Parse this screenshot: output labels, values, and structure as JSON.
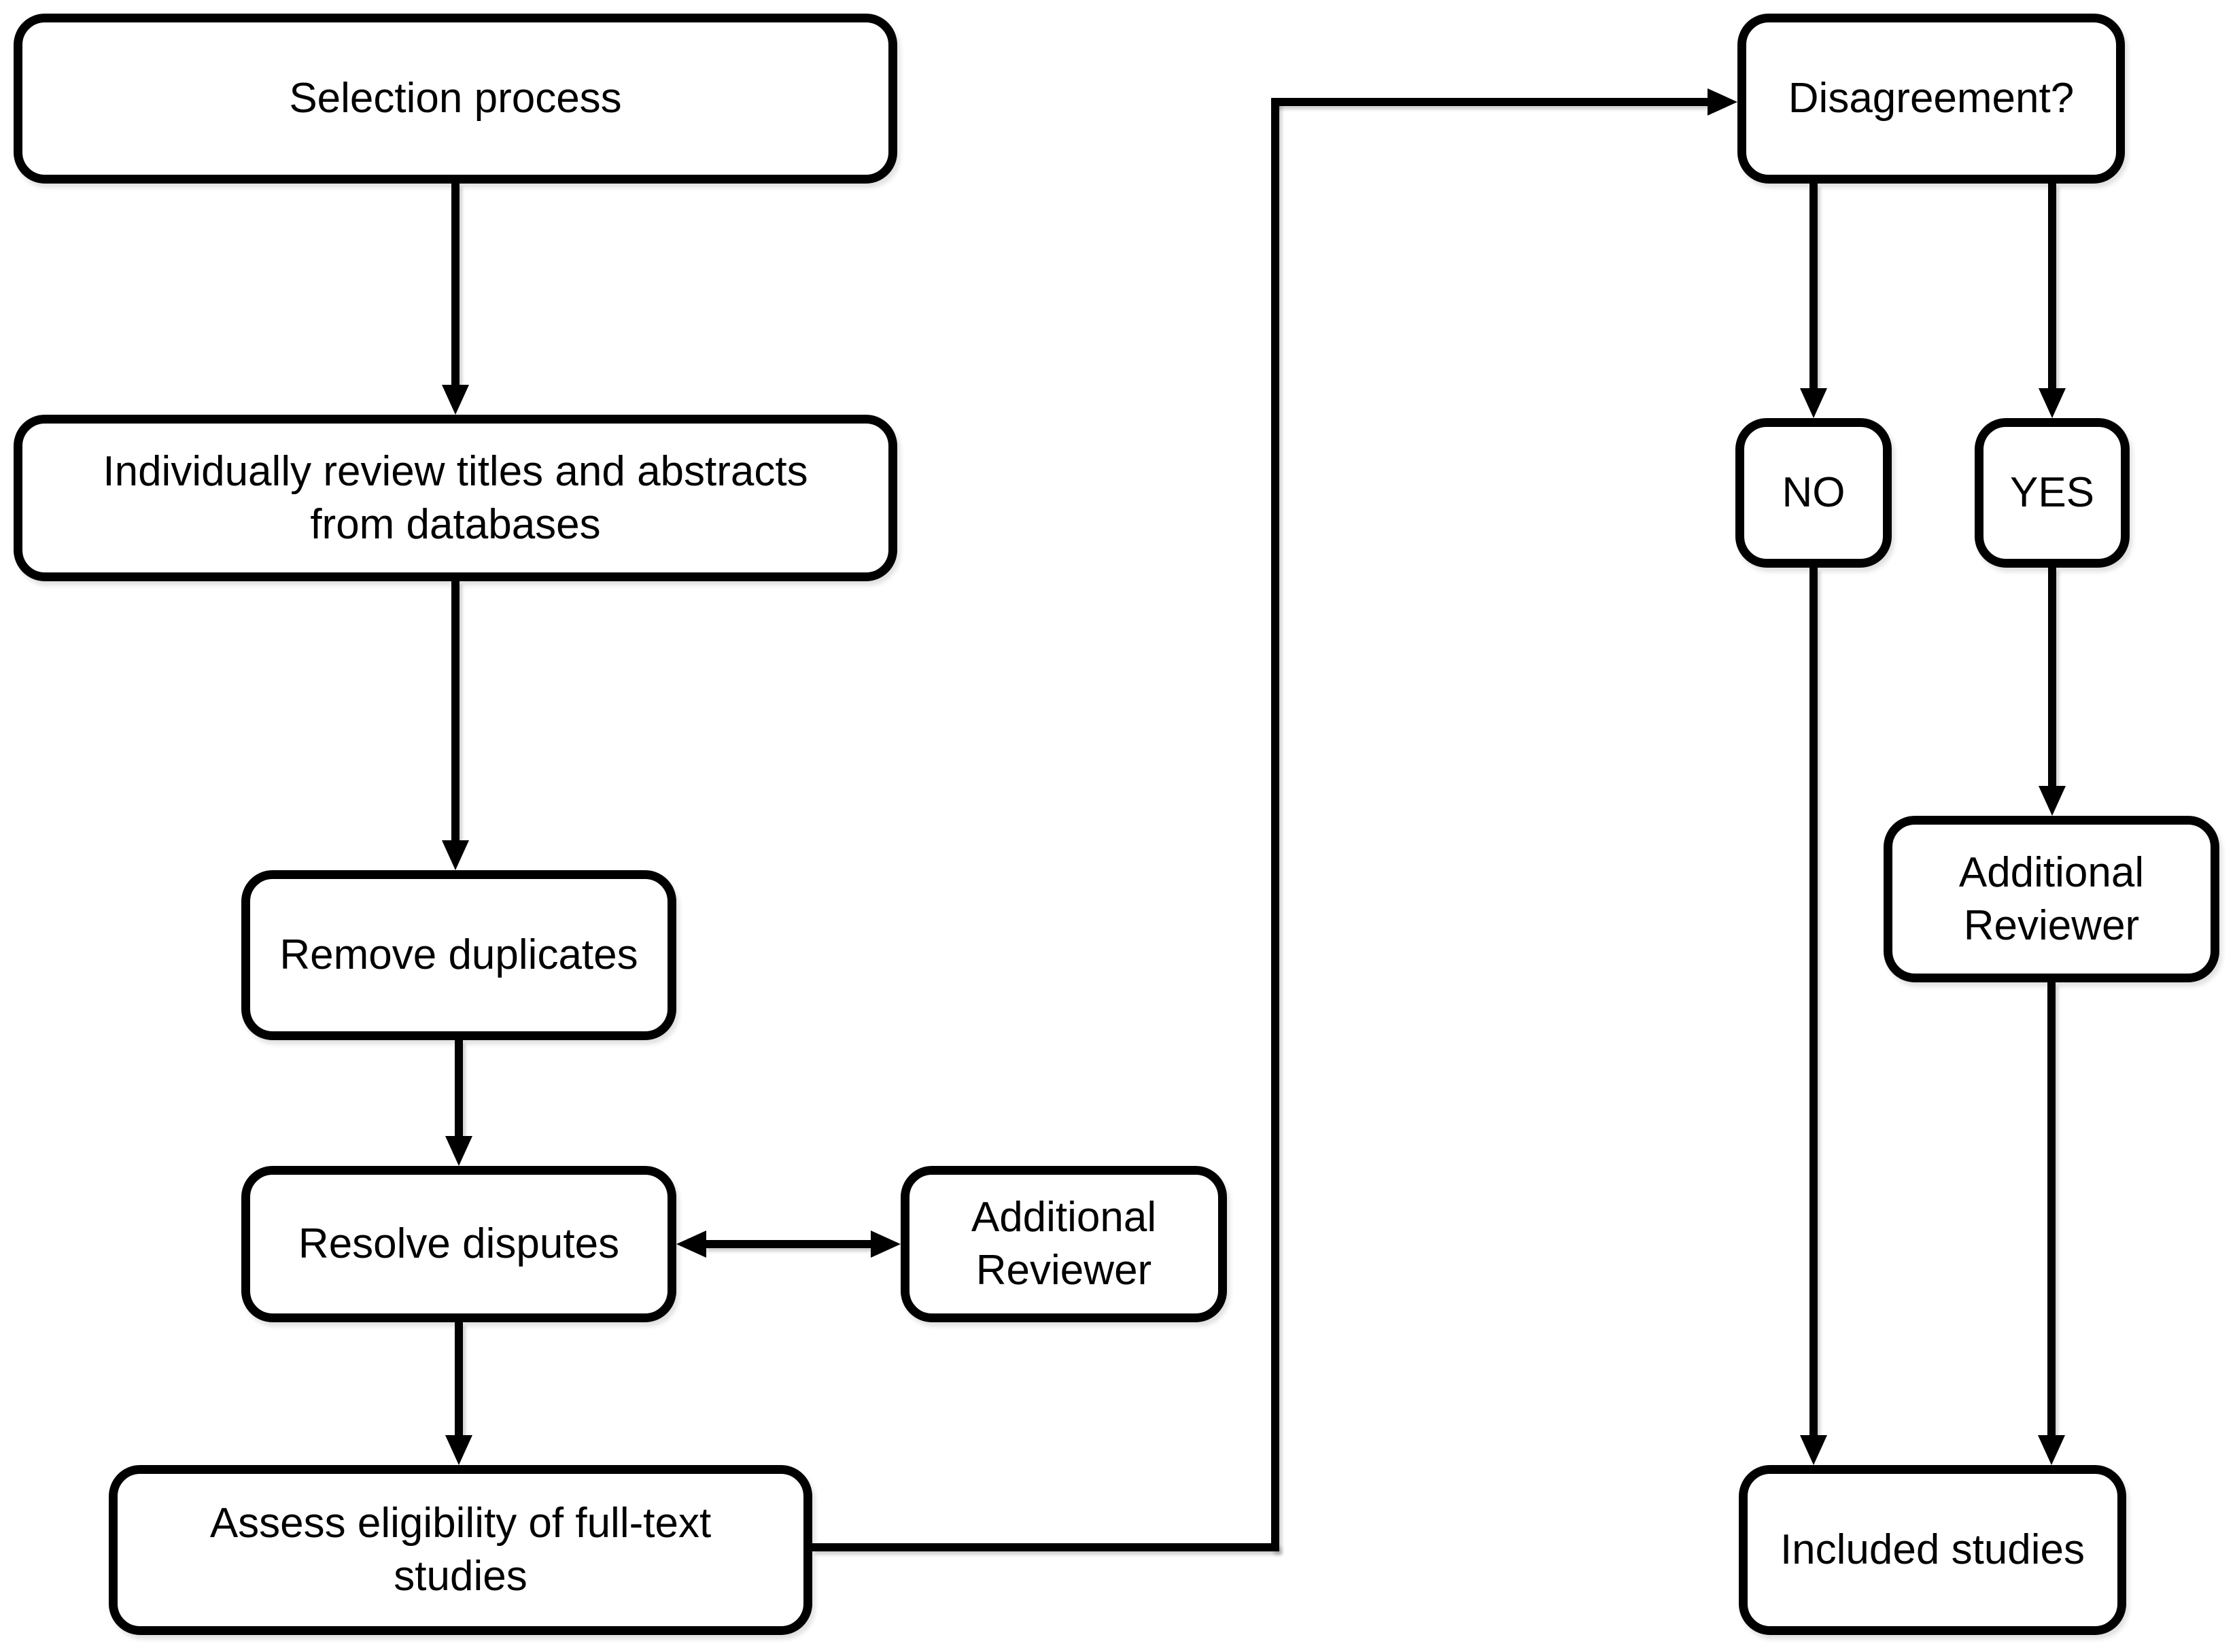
{
  "diagram": {
    "colors": {
      "line": "#000000",
      "background": "#ffffff",
      "text": "#000000"
    },
    "boxes": {
      "selection": {
        "label": "Selection process"
      },
      "review": {
        "lines": [
          "Individually review titles and abstracts",
          "from databases"
        ]
      },
      "remove": {
        "label": "Remove duplicates"
      },
      "resolve": {
        "label": "Resolve disputes"
      },
      "additional_reviewer_left": {
        "lines": [
          "Additional",
          "Reviewer"
        ]
      },
      "assess": {
        "lines": [
          "Assess eligibility of full-text",
          "studies"
        ]
      },
      "disagreement": {
        "label": "Disagreement?"
      },
      "no": {
        "label": "NO"
      },
      "yes": {
        "label": "YES"
      },
      "additional_reviewer_right": {
        "lines": [
          "Additional",
          "Reviewer"
        ]
      },
      "included": {
        "label": "Included studies"
      }
    },
    "edges": [
      {
        "from": "Selection process",
        "to": "Individually review titles and abstracts from databases",
        "type": "arrow"
      },
      {
        "from": "Individually review titles and abstracts from databases",
        "to": "Remove duplicates",
        "type": "arrow"
      },
      {
        "from": "Remove duplicates",
        "to": "Resolve disputes",
        "type": "arrow"
      },
      {
        "from": "Resolve disputes",
        "to": "Additional Reviewer",
        "type": "double-arrow"
      },
      {
        "from": "Resolve disputes",
        "to": "Assess eligibility of full-text studies",
        "type": "arrow"
      },
      {
        "from": "Assess eligibility of full-text studies",
        "to": "Disagreement?",
        "type": "elbow-arrow"
      },
      {
        "from": "Disagreement?",
        "to": "NO",
        "type": "arrow"
      },
      {
        "from": "Disagreement?",
        "to": "YES",
        "type": "arrow"
      },
      {
        "from": "NO",
        "to": "Included studies",
        "type": "arrow"
      },
      {
        "from": "YES",
        "to": "Additional Reviewer",
        "type": "arrow"
      },
      {
        "from": "Additional Reviewer",
        "to": "Included studies",
        "type": "arrow"
      }
    ]
  }
}
